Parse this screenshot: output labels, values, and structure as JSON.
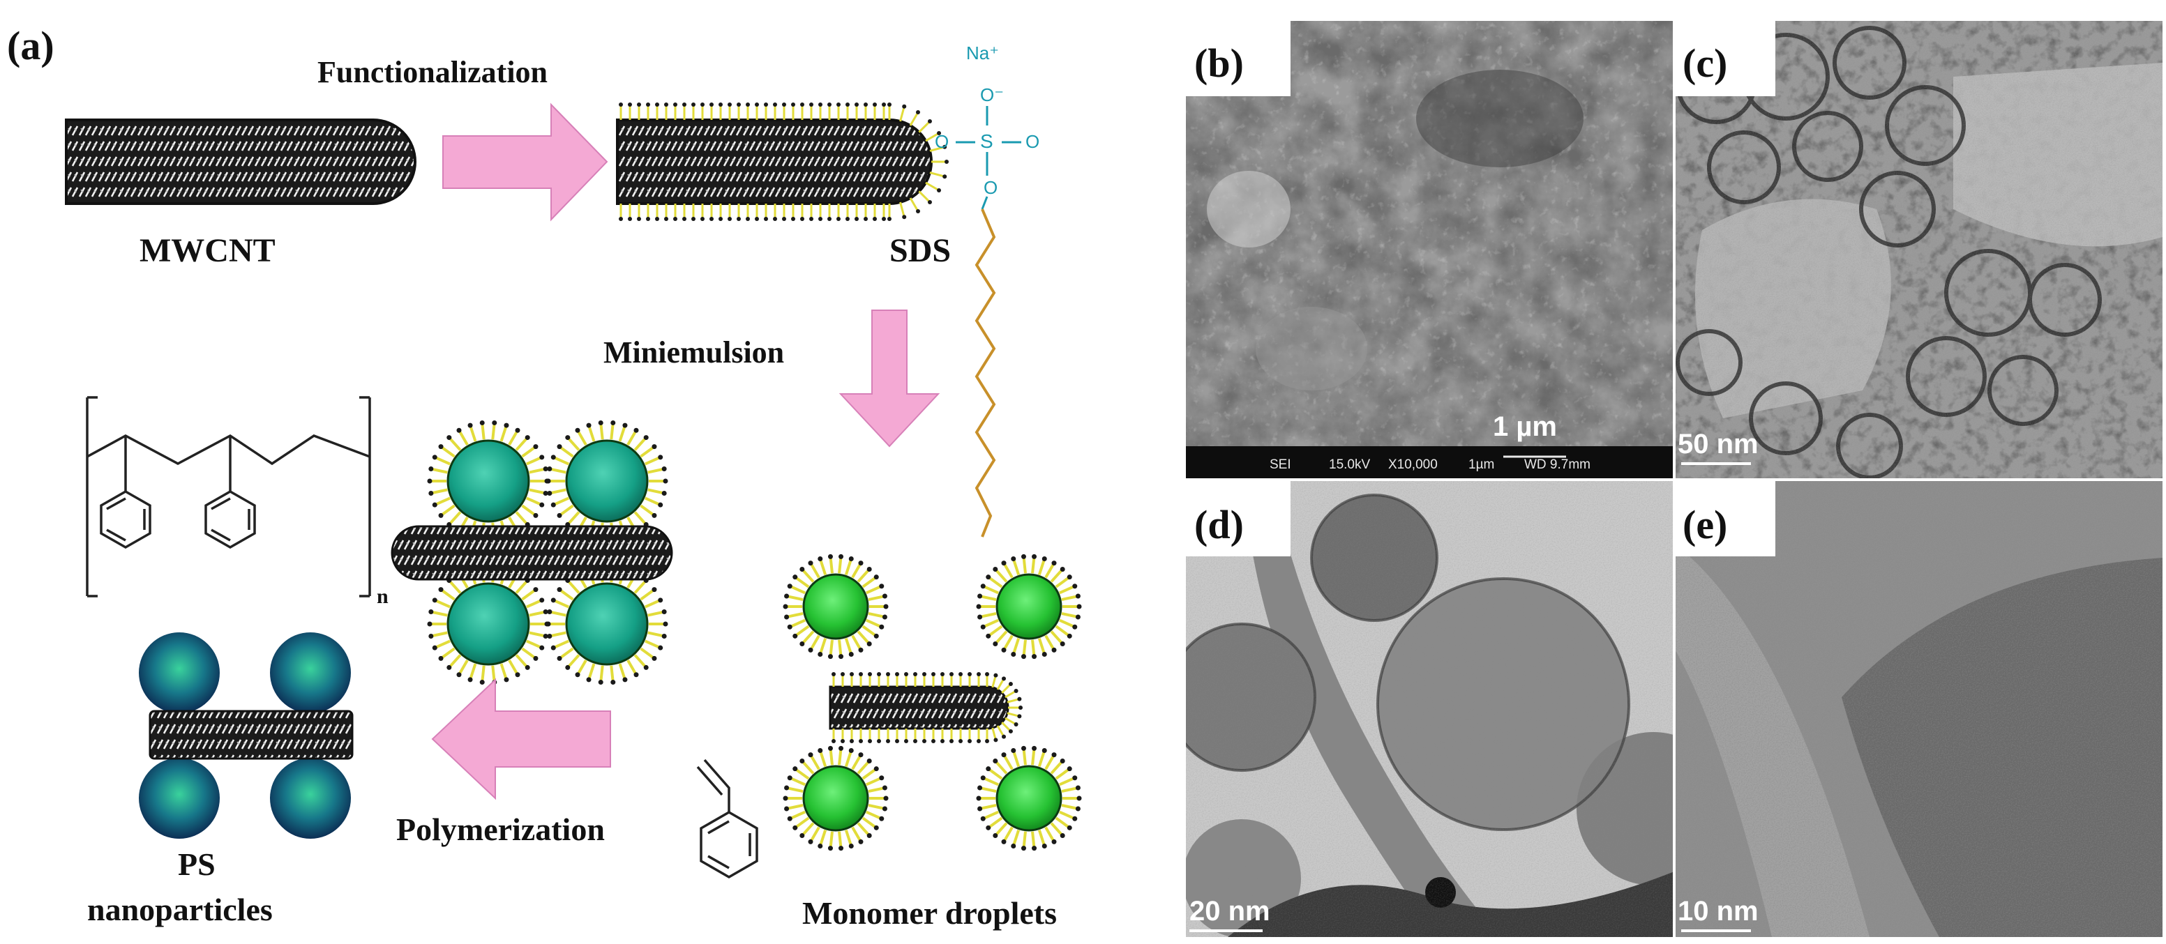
{
  "panel_a": {
    "label": "(a)",
    "functionalization": "Functionalization",
    "mwcnt": "MWCNT",
    "sds": "SDS",
    "miniemulsion": "Miniemulsion",
    "polymerization": "Polymerization",
    "ps_line1": "PS",
    "ps_line2": "nanoparticles",
    "monomer_droplets": "Monomer droplets",
    "polymer_subscript": "n",
    "sds_head": {
      "na": "Na⁺",
      "o_minus": "O⁻",
      "s": "S",
      "o_left": "O",
      "o_right": "O",
      "o_bottom": "O"
    }
  },
  "panels": {
    "b": {
      "label": "(b)",
      "scale": "1 µm",
      "sem_bar": [
        "SEI",
        "15.0kV",
        "X10,000",
        "1µm",
        "WD 9.7mm"
      ]
    },
    "c": {
      "label": "(c)",
      "scale": "50 nm"
    },
    "d": {
      "label": "(d)",
      "scale": "20 nm"
    },
    "e": {
      "label": "(e)",
      "scale": "10 nm"
    }
  },
  "colors": {
    "arrow_pink": "#f4a9d4",
    "surfactant_yellow": "#e2dc3a",
    "droplet_green": "#2ecc3a",
    "composite_teal": "#1aa08a",
    "ps_blue": "#1a6a8a",
    "sds_blue": "#1a9ab0",
    "sds_chain": "#c8902a"
  }
}
